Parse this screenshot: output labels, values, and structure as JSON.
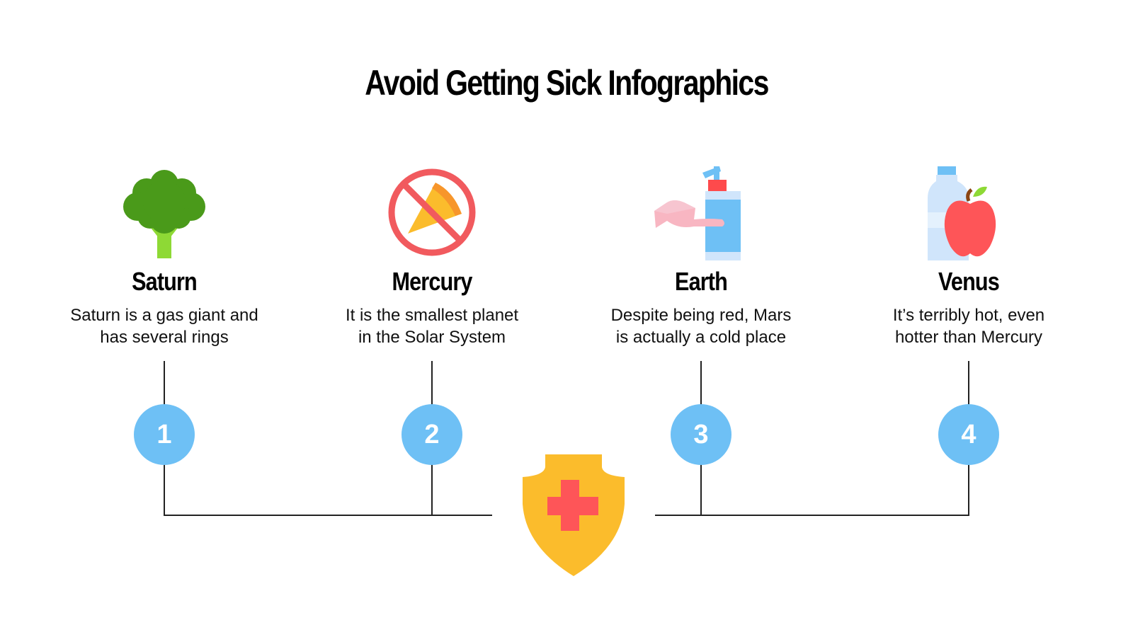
{
  "title": "Avoid Getting Sick Infographics",
  "colors": {
    "number_circle": "#6ec0f5",
    "line": "#222222",
    "shield": "#fbbc2c",
    "cross": "#fe5558",
    "broccoli_dark": "#4a9a1a",
    "broccoli_light": "#8ed935",
    "no_sign": "#f15a5e"
  },
  "steps": [
    {
      "number": "1",
      "title": "Saturn",
      "description_line1": "Saturn is a gas giant and",
      "description_line2": "has several rings",
      "icon": "broccoli-icon"
    },
    {
      "number": "2",
      "title": "Mercury",
      "description_line1": "It is the smallest planet",
      "description_line2": "in the Solar System",
      "icon": "no-pizza-icon"
    },
    {
      "number": "3",
      "title": "Earth",
      "description_line1": "Despite being red, Mars",
      "description_line2": "is actually a cold place",
      "icon": "hand-sanitizer-icon"
    },
    {
      "number": "4",
      "title": "Venus",
      "description_line1": "It’s terribly hot, even",
      "description_line2": "hotter than Mercury",
      "icon": "water-apple-icon"
    }
  ],
  "center_icon": "health-shield-icon"
}
